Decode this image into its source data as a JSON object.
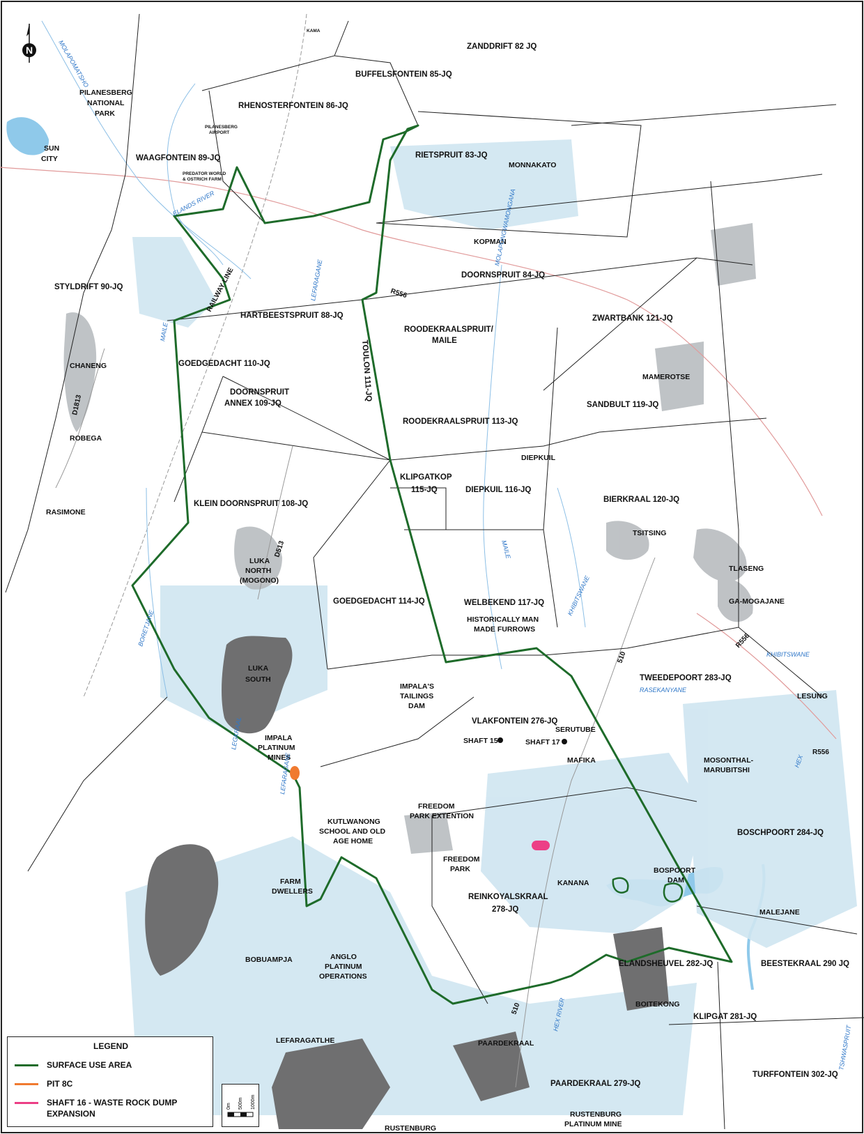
{
  "colors": {
    "surface_use_area": "#1e6b2a",
    "pit_8c": "#f07a30",
    "waste_rock_dump": "#ec3f86",
    "water": "#8fc9ea",
    "urban": "#6f6f70",
    "river_label": "#2f77c8"
  },
  "icons": {
    "north_arrow": "north-arrow-icon",
    "scale_bar": "scale-bar-icon"
  },
  "north": {
    "letter": "N"
  },
  "scale": {
    "labels": [
      "0m",
      "500m",
      "1000m"
    ]
  },
  "farms": {
    "zanddrift": "ZANDDRIFT 82 JQ",
    "buffelsfontein": "BUFFELSFONTEIN 85-JQ",
    "rhenosterfontein": "RHENOSTERFONTEIN 86-JQ",
    "waagfontein": "WAAGFONTEIN 89-JQ",
    "rietspruit": "RIETSPRUIT 83-JQ",
    "doornspruit84": "DOORNSPRUIT 84-JQ",
    "styldrift": "STYLDRIFT 90-JQ",
    "hartbeestspruit": "HARTBEESTSPRUIT 88-JQ",
    "zwartbank": "ZWARTBANK 121-JQ",
    "roodekraalspruit_maile_1": "ROODEKRAALSPRUIT/",
    "roodekraalspruit_maile_2": "MAILE",
    "goedgedacht110": "GOEDGEDACHT 110-JQ",
    "doornspruit_annex_1": "DOORNSPRUIT",
    "doornspruit_annex_2": "ANNEX 109-JQ",
    "roodekraalspruit113": "ROODEKRAALSPRUIT 113-JQ",
    "sandbult": "SANDBULT 119-JQ",
    "klipgatkop_1": "KLIPGATKOP",
    "klipgatkop_2": "115-JQ",
    "diepkuil116": "DIEPKUIL 116-JQ",
    "bierkraal": "BIERKRAAL 120-JQ",
    "klein_doornspruit": "KLEIN DOORNSPRUIT 108-JQ",
    "goedgedacht114": "GOEDGEDACHT 114-JQ",
    "welbekend": "WELBEKEND 117-JQ",
    "tweedepoort": "TWEEDEPOORT 283-JQ",
    "vlakfontein": "VLAKFONTEIN 276-JQ",
    "boschpoort": "BOSCHPOORT 284-JQ",
    "reinkoyalskraal_1": "REINKOYALSKRAAL",
    "reinkoyalskraal_2": "278-JQ",
    "elandsheuvel": "ELANDSHEUVEL 282-JQ",
    "beestekraal": "BEESTEKRAAL 290 JQ",
    "klipgat": "KLIPGAT 281-JQ",
    "paardekraal": "PAARDEKRAAL 279-JQ",
    "turffontein": "TURFFONTEIN 302-JQ",
    "toulon": "TOULON 111-JQ"
  },
  "places": {
    "pilanesberg_1": "PILANESBERG",
    "pilanesberg_2": "NATIONAL",
    "pilanesberg_3": "PARK",
    "sun_city_1": "SUN",
    "sun_city_2": "CITY",
    "monnakato": "MONNAKATO",
    "kopman": "KOPMAN",
    "chaneng": "CHANENG",
    "mamerotse": "MAMEROTSE",
    "robega": "ROBEGA",
    "diepkuil": "DIEPKUIL",
    "rasimone": "RASIMONE",
    "tsitsing": "TSITSING",
    "tlaseng": "TLASENG",
    "ga_mogajane": "GA-MOGAJANE",
    "luka_north_1": "LUKA",
    "luka_north_2": "NORTH",
    "luka_north_3": "(MOGONO)",
    "luka_south_1": "LUKA",
    "luka_south_2": "SOUTH",
    "furrows_1": "HISTORICALLY MAN",
    "furrows_2": "MADE FURROWS",
    "tailings_1": "IMPALA'S",
    "tailings_2": "TAILINGS",
    "tailings_3": "DAM",
    "lesung": "LESUNG",
    "shaft15": "SHAFT 15",
    "shaft17": "SHAFT 17",
    "serutube": "SERUTUBE",
    "impala_1": "IMPALA",
    "impala_2": "PLATINUM",
    "impala_3": "MINES",
    "mafika": "MAFIKA",
    "mosonthal_1": "MOSONTHAL-",
    "mosonthal_2": "MARUBITSHI",
    "freedom_ext_1": "FREEDOM",
    "freedom_ext_2": "PARK EXTENTION",
    "kutlwanong_1": "KUTLWANONG",
    "kutlwanong_2": "SCHOOL AND OLD",
    "kutlwanong_3": "AGE HOME",
    "freedom_park_1": "FREEDOM",
    "freedom_park_2": "PARK",
    "kanana": "KANANA",
    "bospoort_1": "BOSPOORT",
    "bospoort_2": "DAM",
    "farm_dwellers_1": "FARM",
    "farm_dwellers_2": "DWELLERS",
    "malejane": "MALEJANE",
    "bobuampja": "BOBUAMPJA",
    "anglo_1": "ANGLO",
    "anglo_2": "PLATINUM",
    "anglo_3": "OPERATIONS",
    "boitekong": "BOITEKONG",
    "lefaragatlhe": "LEFARAGATLHE",
    "paardekraal": "PAARDEKRAAL",
    "rustenburg": "RUSTENBURG",
    "rustenburg_pm_1": "RUSTENBURG",
    "rustenburg_pm_2": "PLATINUM MINE",
    "predator_1": "PREDATOR WORLD",
    "predator_2": "& OSTRICH FARM",
    "kama": "KAMA",
    "airport_1": "PILANESBERG",
    "airport_2": "AIRPORT"
  },
  "rivers": {
    "elands": "ELANDS RIVER",
    "lefaragane_n": "LEFARAGANE",
    "molapongwamongana": "MOLAPONGWAMONGANA",
    "maile_w": "MAILE",
    "maile_c": "MAILE",
    "khibitswane": "KHIBITSWANE",
    "khibitswane_e": "KHIBITSWANE",
    "boretjane": "BORETJANE",
    "legkraal": "LEGKRAAL",
    "lefaragane_s": "LEFARAGANE",
    "rasekanyane": "RASEKANYANE",
    "molapomatsho": "MOLAPOMATSHO",
    "hex": "HEX",
    "hex_river": "HEX RIVER",
    "tshwaspruit": "TSHWASPRUIT"
  },
  "roads": {
    "railway": "RAILWAY LINE",
    "r556_n": "R556",
    "r556_e": "R556",
    "r556_far": "R556",
    "d1813": "D1813",
    "d513": "D513",
    "r510_a": "510",
    "r510_b": "510"
  },
  "legend": {
    "title": "LEGEND",
    "surface_use_area": "SURFACE USE AREA",
    "pit_8c": "PIT 8C",
    "shaft16": "SHAFT 16 - WASTE ROCK DUMP EXPANSION"
  }
}
